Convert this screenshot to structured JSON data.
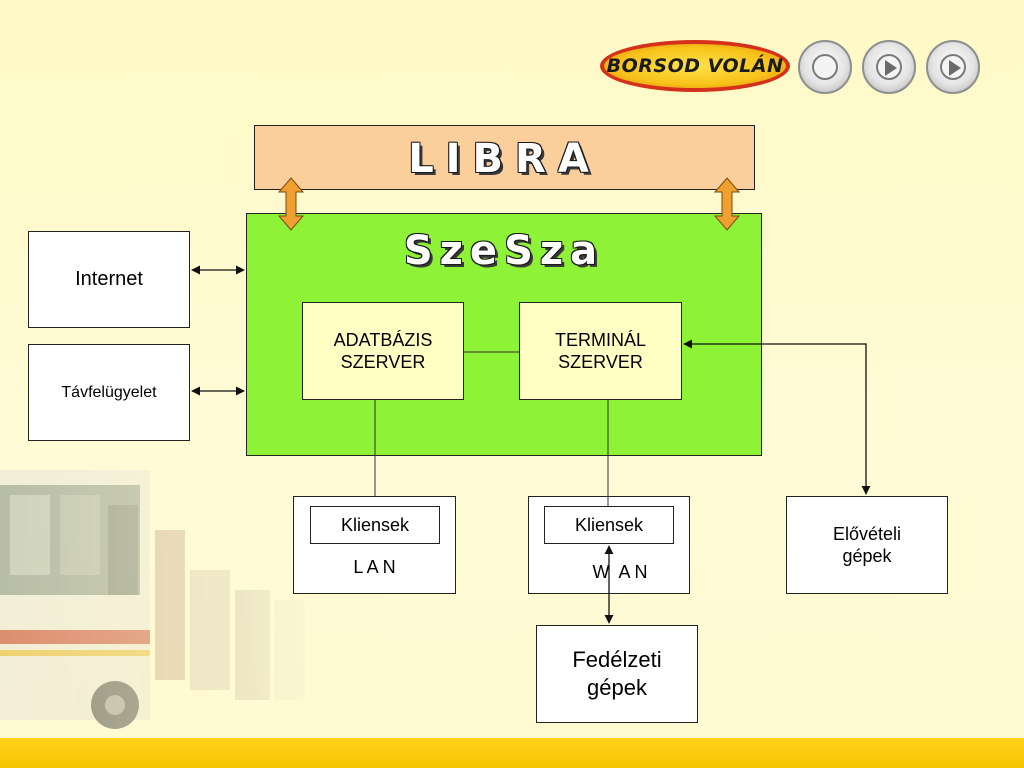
{
  "header": {
    "logo_text": "BORSOD VOLÁN"
  },
  "diagram": {
    "libra_title": "LIBRA",
    "szesza_title": "SzeSza",
    "adatbazis": [
      "ADATBÁZIS",
      "SZERVER"
    ],
    "terminal": [
      "TERMINÁL",
      "SZERVER"
    ],
    "internet": "Internet",
    "tavfelugyelet": "Távfelügyelet",
    "lan_kliensek": "Kliensek",
    "lan_label": "L A N",
    "wan_kliensek": "Kliensek",
    "wan_label": "W  A N",
    "elovetelei": [
      "Elővételi",
      "gépek"
    ],
    "fedelzeti": [
      "Fedélzeti",
      "gépek"
    ]
  },
  "colors": {
    "background": "#fffbd0",
    "libra_fill": "#fbcf9c",
    "szesza_fill": "#8ef236",
    "server_fill": "#ffffc4",
    "bottom_bar": "#f5c400",
    "arrow_orange": "#f0a030"
  }
}
